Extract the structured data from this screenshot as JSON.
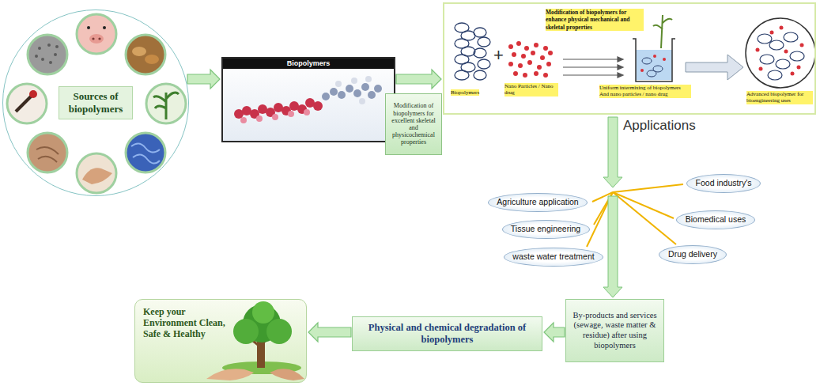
{
  "diagram": {
    "nodes": [
      {
        "text": [
          "Sources of biopolymers"
        ]
      },
      {
        "text": [
          "Biopolymers"
        ]
      },
      {
        "text": [
          "Modification of biopolymers for excellent skeletal and physicochemical properties"
        ]
      },
      {
        "text": [
          "Biopolymers",
          "+",
          "Nano Particles / Nano drug",
          "Modification of biopolymers for enhance physical mechanical and skeletal properties",
          "Uniform intermixing of biopolymers And nano particles / nano drug",
          "Advanced biopolymer for bioengineering uses"
        ]
      },
      {
        "text": [
          "Agriculture application"
        ]
      },
      {
        "text": [
          "Food industry's"
        ]
      },
      {
        "text": [
          "Tissue engineering"
        ]
      },
      {
        "text": [
          "Biomedical uses"
        ]
      },
      {
        "text": [
          "waste water treatment"
        ]
      },
      {
        "text": [
          "Drug delivery"
        ]
      },
      {
        "text": [
          "By-products and services (sewage, waste matter & residue) after using biopolymers"
        ]
      },
      {
        "text": [
          "Physical and chemical degradation of biopolymers"
        ]
      },
      {
        "text": [
          "Keep your Environment Clean, Safe & Healthy"
        ]
      }
    ],
    "edges": [
      {
        "from": 0,
        "to": 1,
        "arrow": "to"
      },
      {
        "from": 1,
        "to": 3,
        "arrow": "to"
      },
      {
        "from": 10,
        "to": 11,
        "arrow": "to"
      },
      {
        "from": 11,
        "to": 12,
        "arrow": "to"
      }
    ],
    "labels": [
      "Applications"
    ]
  }
}
